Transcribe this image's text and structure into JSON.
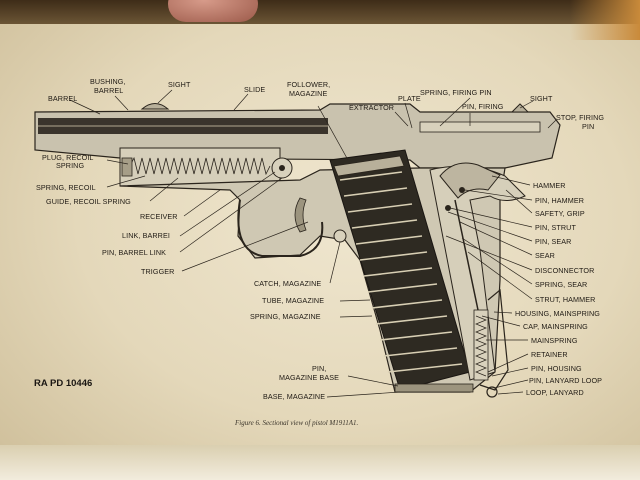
{
  "figure": {
    "code": "RA PD 10446",
    "caption": "Figure 6. Sectional view of pistol M1911A1."
  },
  "labels": {
    "barrel": "BARREL",
    "bushing_barrel_1": "BUSHING,",
    "bushing_barrel_2": "BARREL",
    "sight_front": "SIGHT",
    "slide": "SLIDE",
    "follower_magazine_1": "FOLLOWER,",
    "follower_magazine_2": "MAGAZINE",
    "extractor": "EXTRACTOR",
    "plate": "PLATE",
    "spring_firing_pin": "SPRING, FIRING PIN",
    "pin_firing": "PIN, FIRING",
    "sight_rear": "SIGHT",
    "stop_firing_pin_1": "STOP, FIRING",
    "stop_firing_pin_2": "PIN",
    "plug_recoil_spring_1": "PLUG, RECOIL",
    "plug_recoil_spring_2": "SPRING",
    "spring_recoil": "SPRING, RECOIL",
    "guide_recoil_spring": "GUIDE, RECOIL SPRING",
    "receiver": "RECEIVER",
    "link_barrel": "LINK, BARREI",
    "pin_barrel_link": "PIN, BARREL LINK",
    "trigger": "TRIGGER",
    "catch_magazine": "CATCH, MAGAZINE",
    "tube_magazine": "TUBE, MAGAZINE",
    "spring_magazine": "SPRING, MAGAZINE",
    "pin_magazine_base_1": "PIN,",
    "pin_magazine_base_2": "MAGAZINE BASE",
    "base_magazine": "BASE, MAGAZINE",
    "hammer": "HAMMER",
    "pin_hammer": "PIN, HAMMER",
    "safety_grip": "SAFETY, GRIP",
    "pin_strut": "PIN, STRUT",
    "pin_sear": "PIN, SEAR",
    "sear": "SEAR",
    "disconnector": "DISCONNECTOR",
    "spring_sear": "SPRING, SEAR",
    "strut_hammer": "STRUT, HAMMER",
    "housing_mainspring": "HOUSING, MAINSPRING",
    "cap_mainspring": "CAP, MAINSPRING",
    "mainspring": "MAINSPRING",
    "retainer": "RETAINER",
    "pin_housing": "PIN, HOUSING",
    "pin_lanyard_loop": "PIN, LANYARD LOOP",
    "loop_lanyard": "LOOP, LANYARD"
  }
}
